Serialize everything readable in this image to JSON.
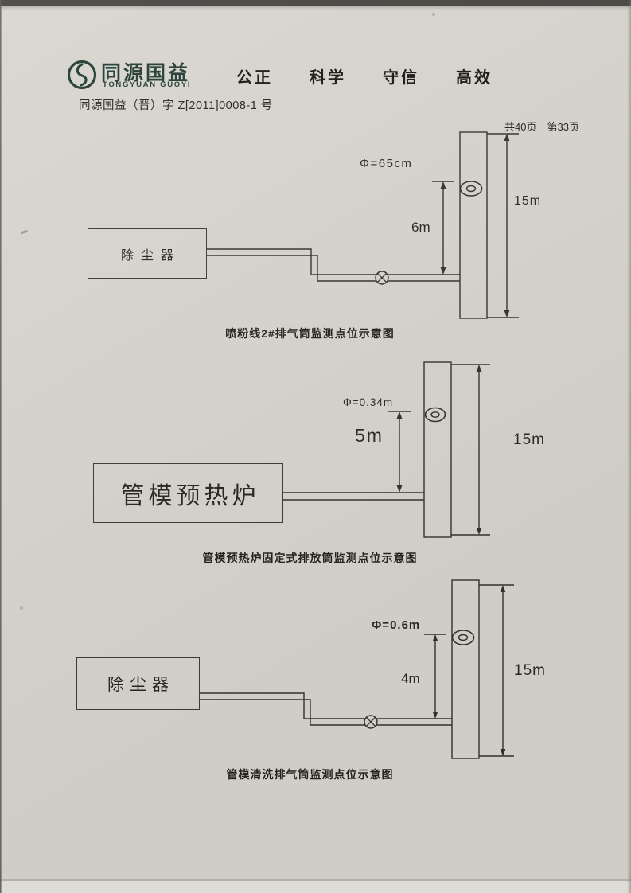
{
  "header": {
    "brand_cn": "同源国益",
    "brand_en": "TONGYUAN GUOYI",
    "slogan": [
      "公正",
      "科学",
      "守信",
      "高效"
    ],
    "doc_number": "同源国益（晋）字 Z[2011]0008-1 号",
    "page_info": "共40页　第33页"
  },
  "diagrams": [
    {
      "source_label": "除尘器",
      "diameter_label": "Φ=65cm",
      "port_height_label": "6m",
      "stack_height_label": "15m",
      "caption": "喷粉线2#排气筒监测点位示意图"
    },
    {
      "source_label": "管模预热炉",
      "diameter_label": "Φ=0.34m",
      "port_height_label": "5m",
      "stack_height_label": "15m",
      "caption": "管模预热炉固定式排放筒监测点位示意图"
    },
    {
      "source_label": "除尘器",
      "diameter_label": "Φ=0.6m",
      "port_height_label": "4m",
      "stack_height_label": "15m",
      "caption": "管模清洗排气筒监测点位示意图"
    }
  ],
  "colors": {
    "paper": "#d7d5cd",
    "ink": "#2b2a28",
    "line": "#33322f",
    "brand": "#203a33"
  }
}
